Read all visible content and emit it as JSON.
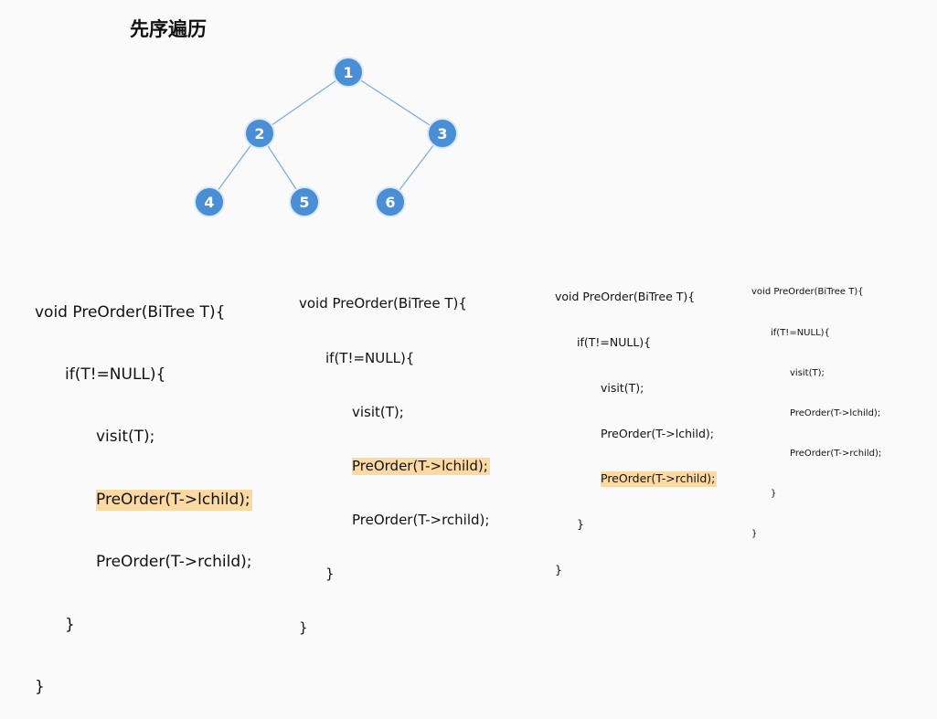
{
  "title": "先序遍历",
  "tree": {
    "nodes": [
      "1",
      "2",
      "3",
      "4",
      "5",
      "6"
    ],
    "node_color": "#4a8fd6",
    "edge_color": "#7fb0de"
  },
  "code_blocks": [
    {
      "lines": [
        "void PreOrder(BiTree T){",
        "if(T!=NULL){",
        "visit(T);",
        "PreOrder(T->lchild);",
        "PreOrder(T->rchild);",
        "}",
        "}"
      ],
      "highlighted": "PreOrder(T->lchild);"
    },
    {
      "lines": [
        "void PreOrder(BiTree T){",
        "if(T!=NULL){",
        "visit(T);",
        "PreOrder(T->lchild);",
        "PreOrder(T->rchild);",
        "}",
        "}"
      ],
      "highlighted": "PreOrder(T->lchild);"
    },
    {
      "lines": [
        "void PreOrder(BiTree T){",
        "if(T!=NULL){",
        "visit(T);",
        "PreOrder(T->lchild);",
        "PreOrder(T->rchild);",
        "}",
        "}"
      ],
      "highlighted": "PreOrder(T->rchild);"
    },
    {
      "lines": [
        "void PreOrder(BiTree T){",
        "if(T!=NULL){",
        "visit(T);",
        "PreOrder(T->lchild);",
        "PreOrder(T->rchild);",
        "}",
        "}"
      ],
      "highlighted": ""
    }
  ],
  "highlight_color": "#fbd9a3"
}
